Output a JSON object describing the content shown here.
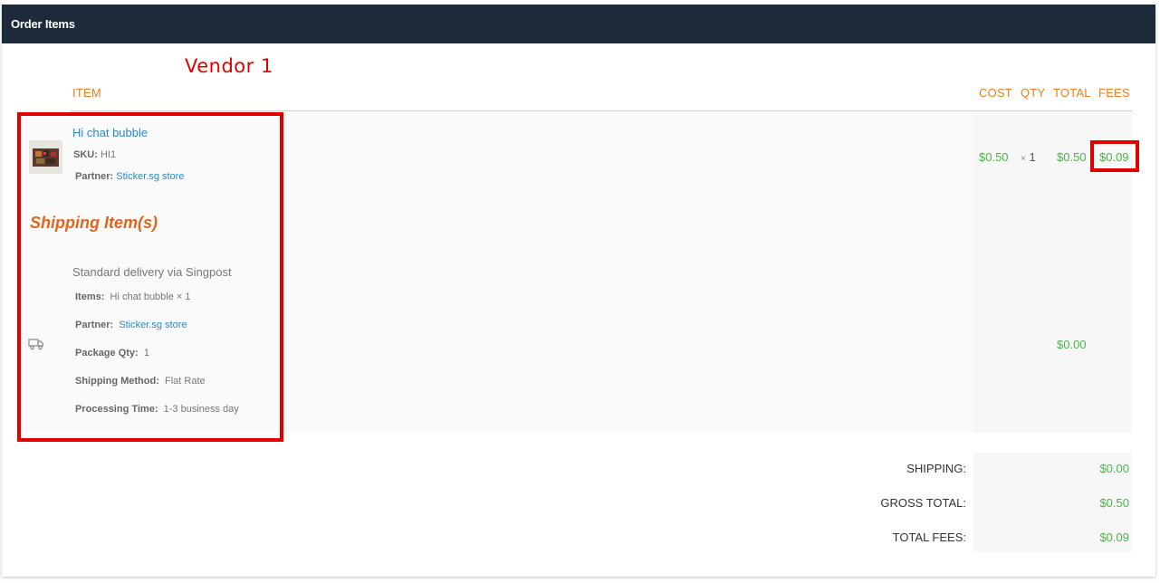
{
  "panel": {
    "title": "Order Items"
  },
  "vendor_label": "Vendor 1",
  "columns": {
    "item": "ITEM",
    "cost": "COST",
    "qty": "QTY",
    "total": "TOTAL",
    "fees": "FEES"
  },
  "item": {
    "name": "Hi chat bubble",
    "sku_label": "SKU:",
    "sku": "HI1",
    "partner_label": "Partner:",
    "partner": "Sticker.sg store",
    "cost": "$0.50",
    "qty_prefix": "×",
    "qty": "1",
    "total": "$0.50",
    "fees": "$0.09"
  },
  "shipping": {
    "section_title": "Shipping Item(s)",
    "name": "Standard delivery via Singpost",
    "rows": {
      "items_label": "Items:",
      "items_value": "Hi chat bubble × 1",
      "partner_label": "Partner:",
      "partner_value": "Sticker.sg store",
      "package_label": "Package Qty:",
      "package_value": "1",
      "method_label": "Shipping Method:",
      "method_value": "Flat Rate",
      "processing_label": "Processing Time:",
      "processing_value": "1-3 business day"
    },
    "total": "$0.00"
  },
  "totals": {
    "shipping_label": "SHIPPING:",
    "shipping_value": "$0.00",
    "gross_label": "GROSS TOTAL:",
    "gross_value": "$0.50",
    "fees_label": "TOTAL FEES:",
    "fees_value": "$0.09"
  },
  "colors": {
    "header_bg": "#1d2a3a",
    "accent_orange": "#e67e22",
    "link_blue": "#2a8bc4",
    "money_green": "#4bb34b",
    "annotation_red": "#e00000"
  }
}
